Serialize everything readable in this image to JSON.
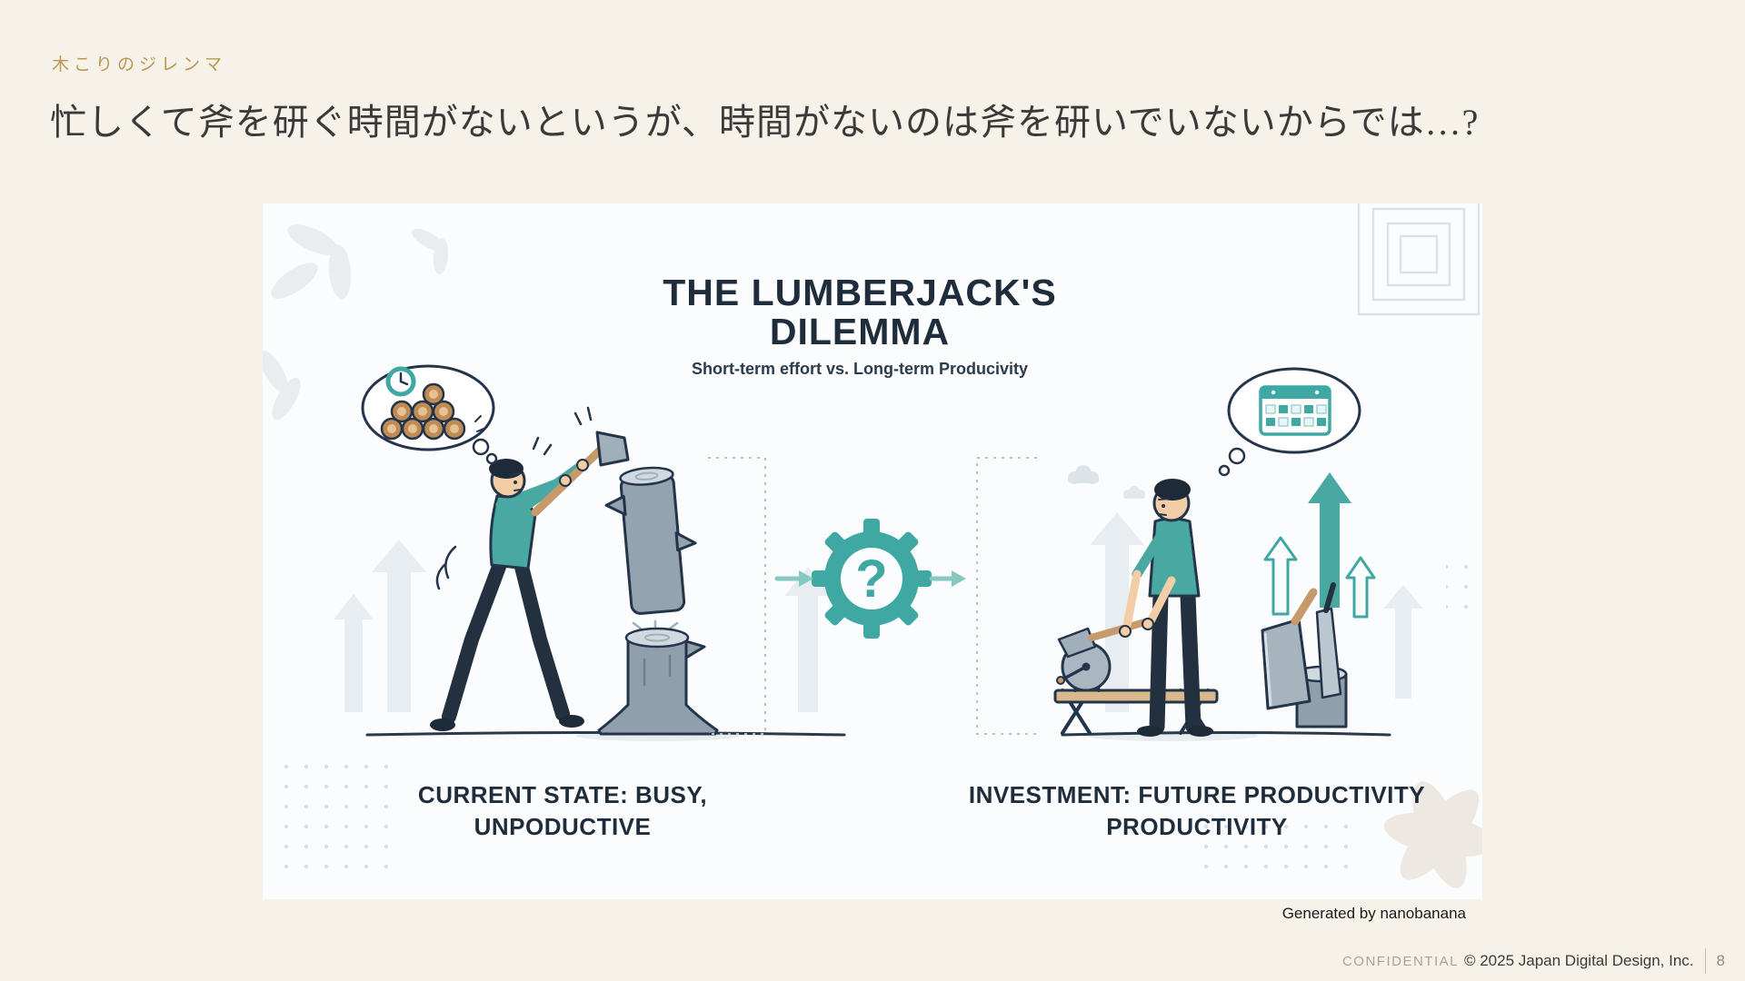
{
  "slide": {
    "kicker": "木こりのジレンマ",
    "title": "忙しくて斧を研ぐ時間がないというが、時間がないのは斧を研いでいないからでは…?",
    "credit": "Generated by nanobanana",
    "footer": {
      "confidential": "CONFIDENTIAL",
      "copyright": "© 2025 Japan Digital Design, Inc.",
      "page_number": "8"
    }
  },
  "illustration": {
    "title_line1": "THE LUMBERJACK'S",
    "title_line2": "DILEMMA",
    "subtitle": "Short-term effort vs. Long-term Producivity",
    "gear_symbol": "?",
    "left_caption_line1": "CURRENT STATE: BUSY,",
    "left_caption_line2": "UNPODUCTIVE",
    "right_caption_line1": "INVESTMENT: FUTURE PRODUCTIVITY",
    "right_caption_line2": "PRODUCTIVITY",
    "colors": {
      "teal": "#3fa8a2",
      "navy": "#22303f",
      "wood": "#c79a6b",
      "stump_gray": "#8fa0ac",
      "background": "#fbfcfd",
      "slide_background": "#f6f2ea",
      "accent_gold": "#b99a4d"
    }
  }
}
